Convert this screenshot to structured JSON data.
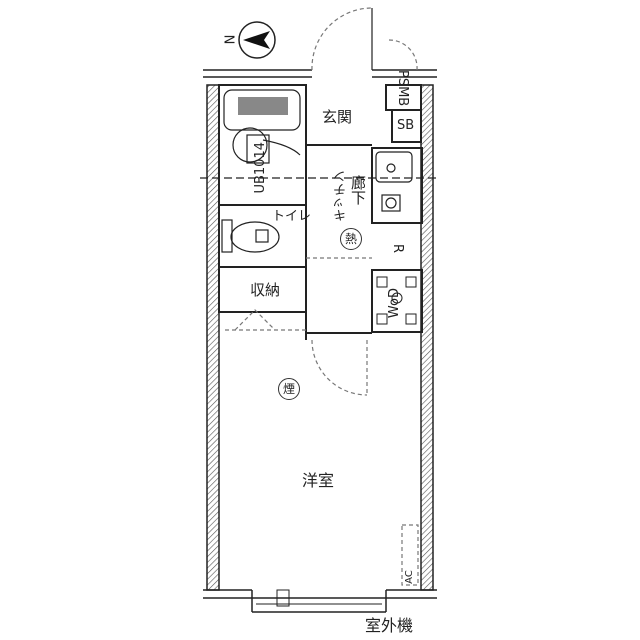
{
  "compass": {
    "label": "N"
  },
  "rooms": {
    "entrance": "玄関",
    "ps_mb": "PSMB",
    "sb": "SB",
    "unit_bath": "UB1014",
    "kitchen": "キッチン",
    "hallway": "廊下",
    "heat_symbol": "熱",
    "fridge": "R",
    "toilet": "トイレ",
    "storage": "収納",
    "washer": "WoD",
    "smoke_symbol": "煙",
    "western_room": "洋室",
    "aircon": "AC",
    "outdoor_unit": "室外機"
  },
  "colors": {
    "line": "#222222",
    "dashed": "#777777",
    "hatch": "#555555"
  }
}
